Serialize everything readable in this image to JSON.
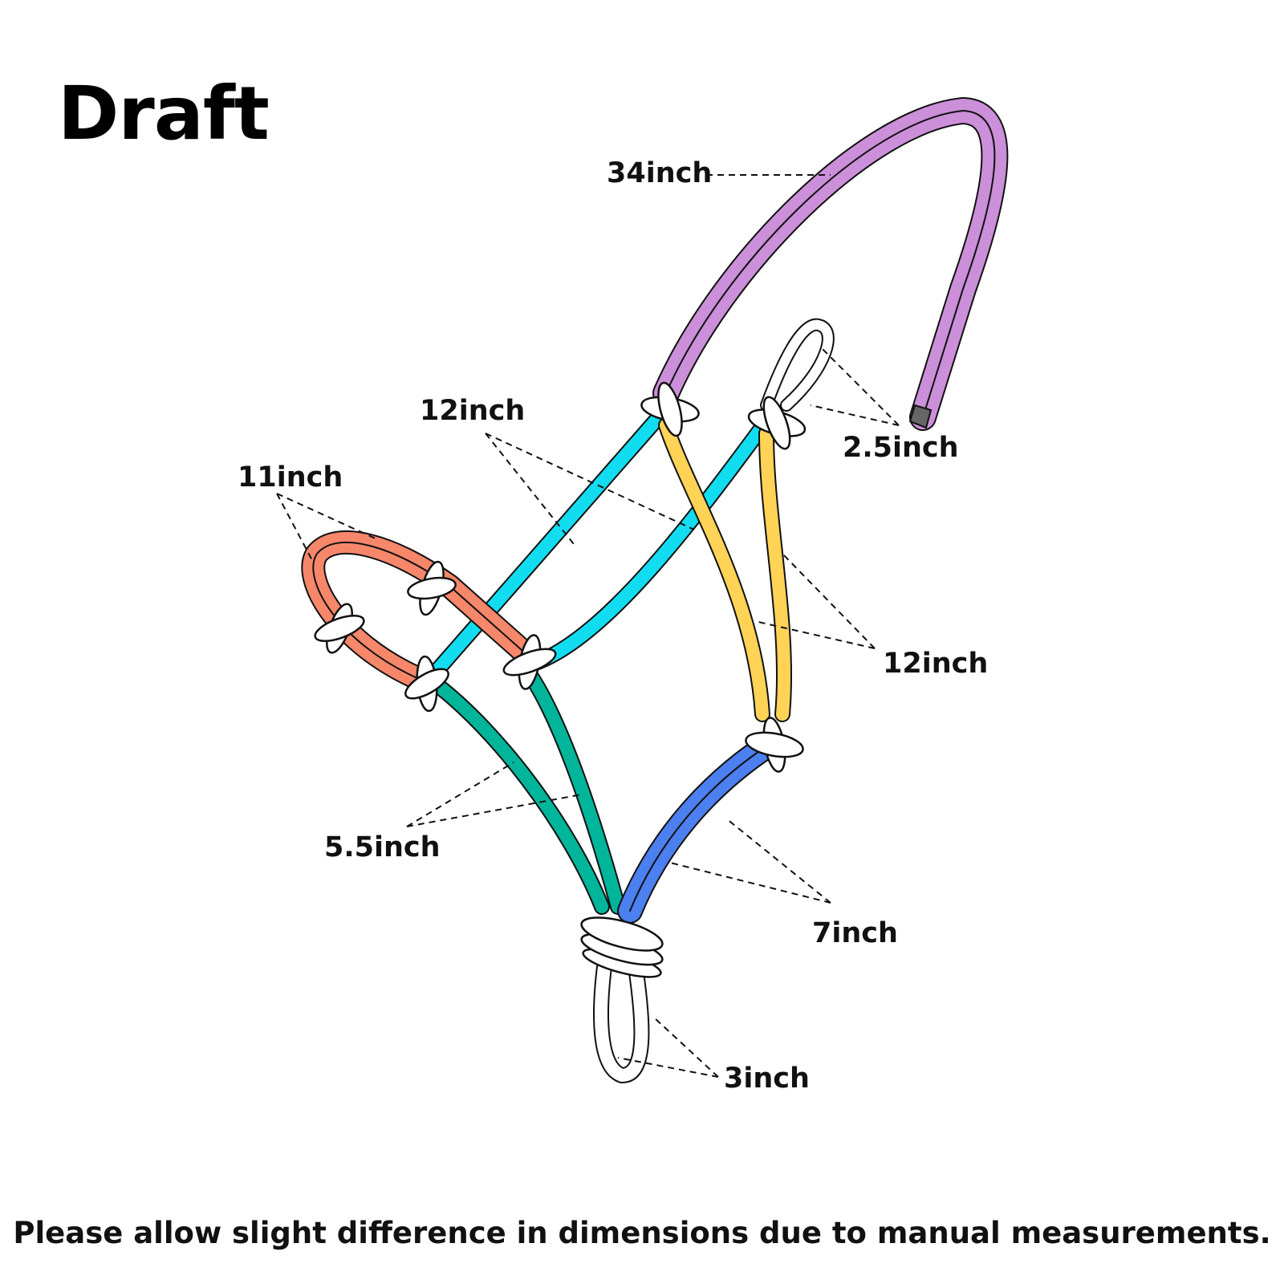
{
  "title": "Draft",
  "labels": {
    "crown": "34inch",
    "cheek": "12inch",
    "nose": "11inch",
    "eye_loop": "2.5inch",
    "throat": "12inch",
    "chin": "5.5inch",
    "lower": "7inch",
    "lead_loop": "3inch"
  },
  "footer": "Please allow slight difference in dimensions due to manual measurements.",
  "colors": {
    "crown": "#CC8FD9",
    "cheek": "#12DDF0",
    "throat": "#FFD356",
    "nose": "#F6876A",
    "chin": "#00B59A",
    "lower": "#4C7FEF",
    "knot": "#FFFFFF"
  }
}
